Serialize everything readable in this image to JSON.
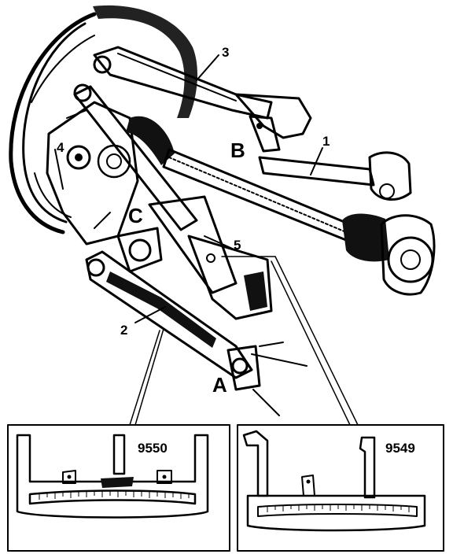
{
  "callouts": {
    "n1": "1",
    "n2": "2",
    "n3": "3",
    "n4": "4",
    "n5": "5",
    "A": "A",
    "B": "B",
    "C": "C"
  },
  "tools": {
    "left_code": "9550",
    "right_code": "9549"
  },
  "colors": {
    "ink": "#000000",
    "paper": "#ffffff"
  }
}
